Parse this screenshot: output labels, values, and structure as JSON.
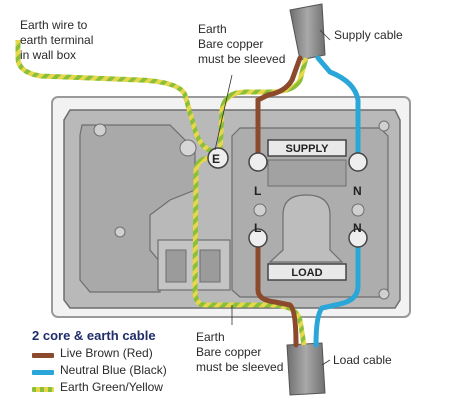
{
  "labels": {
    "earth_to_box": [
      "Earth wire to",
      "earth terminal",
      "in wall box"
    ],
    "earth_top": [
      "Earth",
      "Bare copper",
      "must be sleeved"
    ],
    "supply_cable": "Supply cable",
    "earth_bottom": [
      "Earth",
      "Bare copper",
      "must be sleeved"
    ],
    "load_cable": "Load cable"
  },
  "switch": {
    "supply_label": "SUPPLY",
    "load_label": "LOAD",
    "terminal_e": "E",
    "terminal_l_top": "L",
    "terminal_n_top": "N",
    "terminal_l_bottom": "L",
    "terminal_n_bottom": "N"
  },
  "legend": {
    "title": "2 core & earth cable",
    "items": [
      {
        "label": "Live Brown (Red)",
        "color": "#8b4a2b"
      },
      {
        "label": "Neutral Blue (Black)",
        "color": "#2aa7d8"
      },
      {
        "label": "Earth Green/Yellow",
        "color": "#8bbf3a"
      }
    ]
  },
  "colors": {
    "live": "#8b4a2b",
    "neutral": "#2aa7d8",
    "earth_green": "#8bbf3a",
    "earth_yellow": "#e6d84a",
    "faceplate": "#f2f2f2",
    "back_plate": "#b9b9b9",
    "cable_sheath": "#8e8e8e"
  }
}
